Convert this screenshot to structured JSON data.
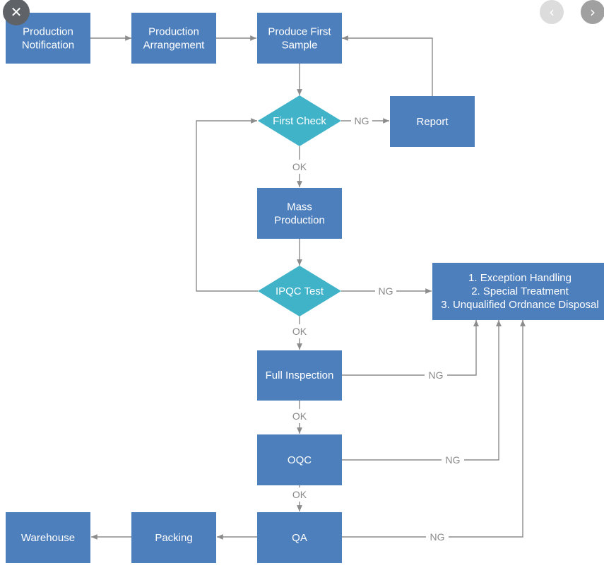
{
  "controls": {
    "close_icon": "close-icon",
    "prev_icon": "chevron-left-icon",
    "next_icon": "chevron-right-icon"
  },
  "colors": {
    "process": "#4d7fbd",
    "decision": "#41b3c9",
    "connector": "#8c8c8c",
    "label": "#8a8a8a"
  },
  "nodes": {
    "production_notification": [
      "Production",
      "Notification"
    ],
    "production_arrangement": [
      "Production",
      "Arrangement"
    ],
    "produce_first_sample": [
      "Produce First",
      "Sample"
    ],
    "first_check": [
      "First Check"
    ],
    "report": [
      "Report"
    ],
    "mass_production": [
      "Mass",
      "Production"
    ],
    "ipqc_test": [
      "IPQC Test"
    ],
    "exception_handling": [
      "1. Exception Handling",
      "2. Special Treatment",
      "3. Unqualified Ordnance Disposal"
    ],
    "full_inspection": [
      "Full Inspection"
    ],
    "oqc": [
      "OQC"
    ],
    "qa": [
      "QA"
    ],
    "packing": [
      "Packing"
    ],
    "warehouse": [
      "Warehouse"
    ]
  },
  "edge_labels": {
    "first_check_ng": "NG",
    "first_check_ok": "OK",
    "ipqc_ng": "NG",
    "ipqc_ok": "OK",
    "full_inspection_ng": "NG",
    "full_inspection_ok": "OK",
    "oqc_ng": "NG",
    "oqc_ok": "OK",
    "qa_ng": "NG"
  }
}
